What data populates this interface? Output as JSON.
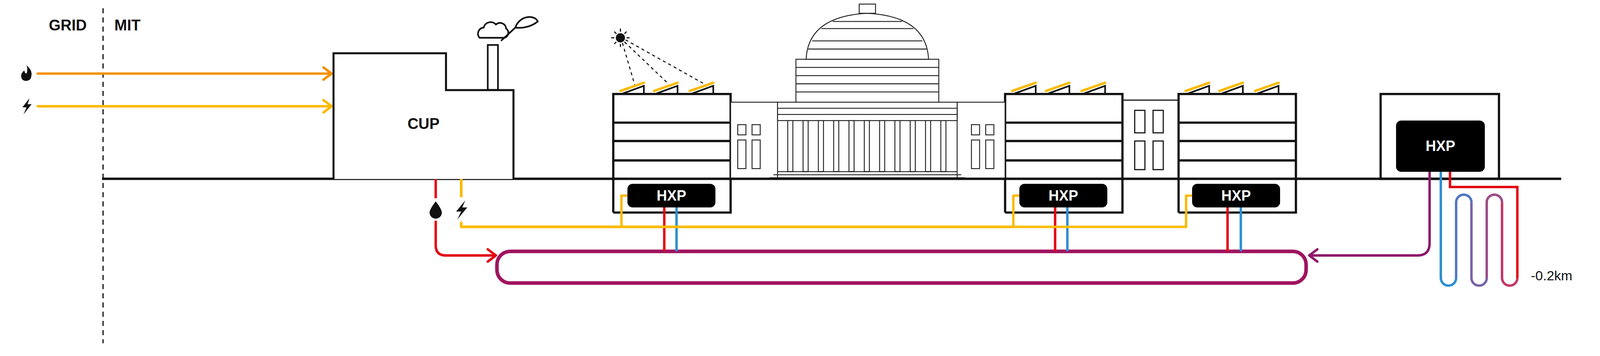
{
  "diagram": {
    "nodes": [
      {
        "text": [
          "CUP"
        ]
      },
      {
        "text": [
          "HXP"
        ]
      },
      {
        "text": [
          "HXP"
        ]
      },
      {
        "text": [
          "HXP"
        ]
      },
      {
        "text": [
          "HXP"
        ]
      }
    ],
    "edges": [
      {
        "from": 0,
        "to": 1,
        "arrow": "none"
      },
      {
        "from": 0,
        "to": 2,
        "arrow": "none"
      },
      {
        "from": 0,
        "to": 3,
        "arrow": "none"
      }
    ],
    "labels": [
      "GRID",
      "MIT",
      "-0.2km"
    ]
  }
}
